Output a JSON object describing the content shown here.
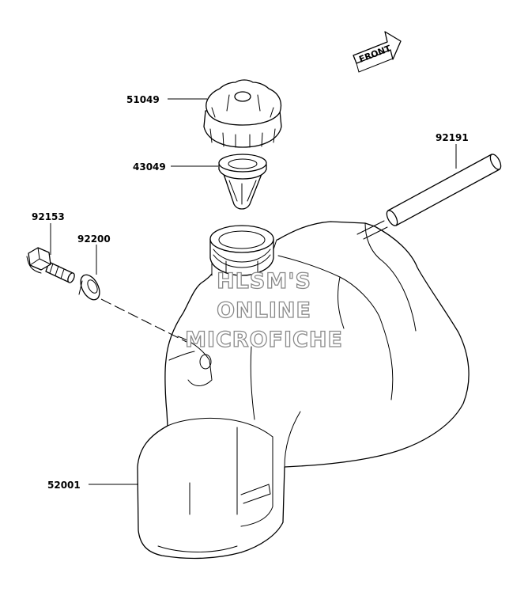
{
  "front_label": "FRONT",
  "parts": [
    {
      "number": "51049",
      "name": "fuel-cap"
    },
    {
      "number": "43049",
      "name": "strainer"
    },
    {
      "number": "92191",
      "name": "fuel-hose"
    },
    {
      "number": "92153",
      "name": "bolt"
    },
    {
      "number": "92200",
      "name": "washer"
    },
    {
      "number": "52001",
      "name": "fuel-tank"
    }
  ],
  "watermark": {
    "line1": "HLSM'S",
    "line2": "ONLINE",
    "line3": "MICROFICHE"
  }
}
